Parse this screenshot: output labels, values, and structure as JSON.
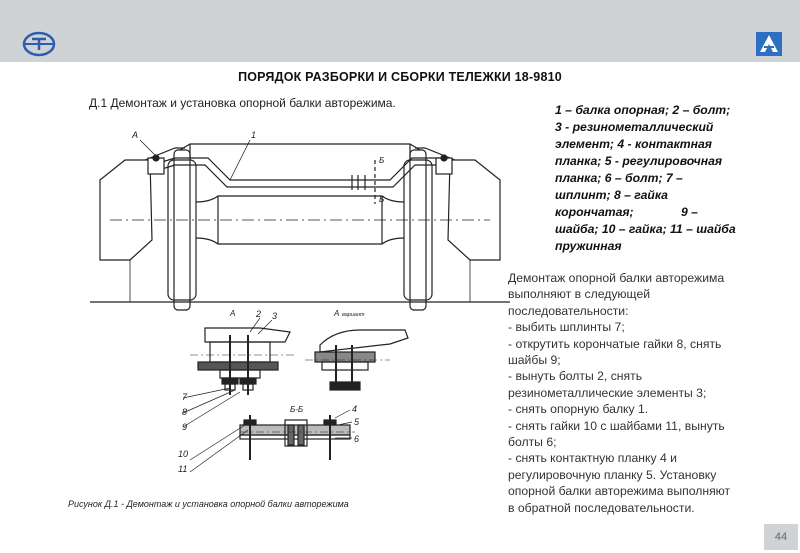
{
  "header": {
    "logo_left": "tvz-logo-icon",
    "logo_right": "company-logo-icon",
    "bar_color": "#cfd3d6"
  },
  "title": "ПОРЯДОК РАЗБОРКИ И СБОРКИ ТЕЛЕЖКИ 18-9810",
  "subtitle": "Д.1  Демонтаж и установка опорной балки авторежима.",
  "legend_lines": [
    "1 – балка опорная; 2 – болт;",
    "3 - резинометаллический",
    "элемент; 4 - контактная",
    "планка; 5 - регулировочная",
    "планка; 6 – болт; 7 –",
    "шплинт; 8 – гайка",
    "корончатая;              9 –",
    "шайба; 10 – гайка; 11 – шайба",
    "пружинная"
  ],
  "procedure_lines": [
    "Демонтаж опорной балки авторежима",
    "выполняют в следующей",
    "последовательности:",
    "-  выбить шплинты 7;",
    "-  открутить корончатые гайки 8, снять",
    "шайбы 9;",
    "-  вынуть болты 2, снять",
    "резинометаллические элементы 3;",
    "-  снять опорную балку 1.",
    "-  снять гайки 10 с шайбами 11, вынуть",
    "болты 6;",
    "-  снять контактную планку 4 и",
    "регулировочную планку 5. Установку",
    "опорной балки авторежима выполняют",
    "в обратной последовательности."
  ],
  "figure": {
    "labels": {
      "a_left": "А",
      "part1": "1",
      "b1": "Б",
      "b2": "Б",
      "view_a": "А",
      "view_a_sub": "вариант",
      "n2": "2",
      "n3": "3",
      "n7": "7",
      "n8": "8",
      "n9": "9",
      "section": "Б-Б",
      "n4": "4",
      "n5": "5",
      "n6": "6",
      "n10": "10",
      "n11": "11"
    },
    "caption": "Рисунок Д.1 - Демонтаж и установка опорной балки авторежима"
  },
  "page_number": "44"
}
